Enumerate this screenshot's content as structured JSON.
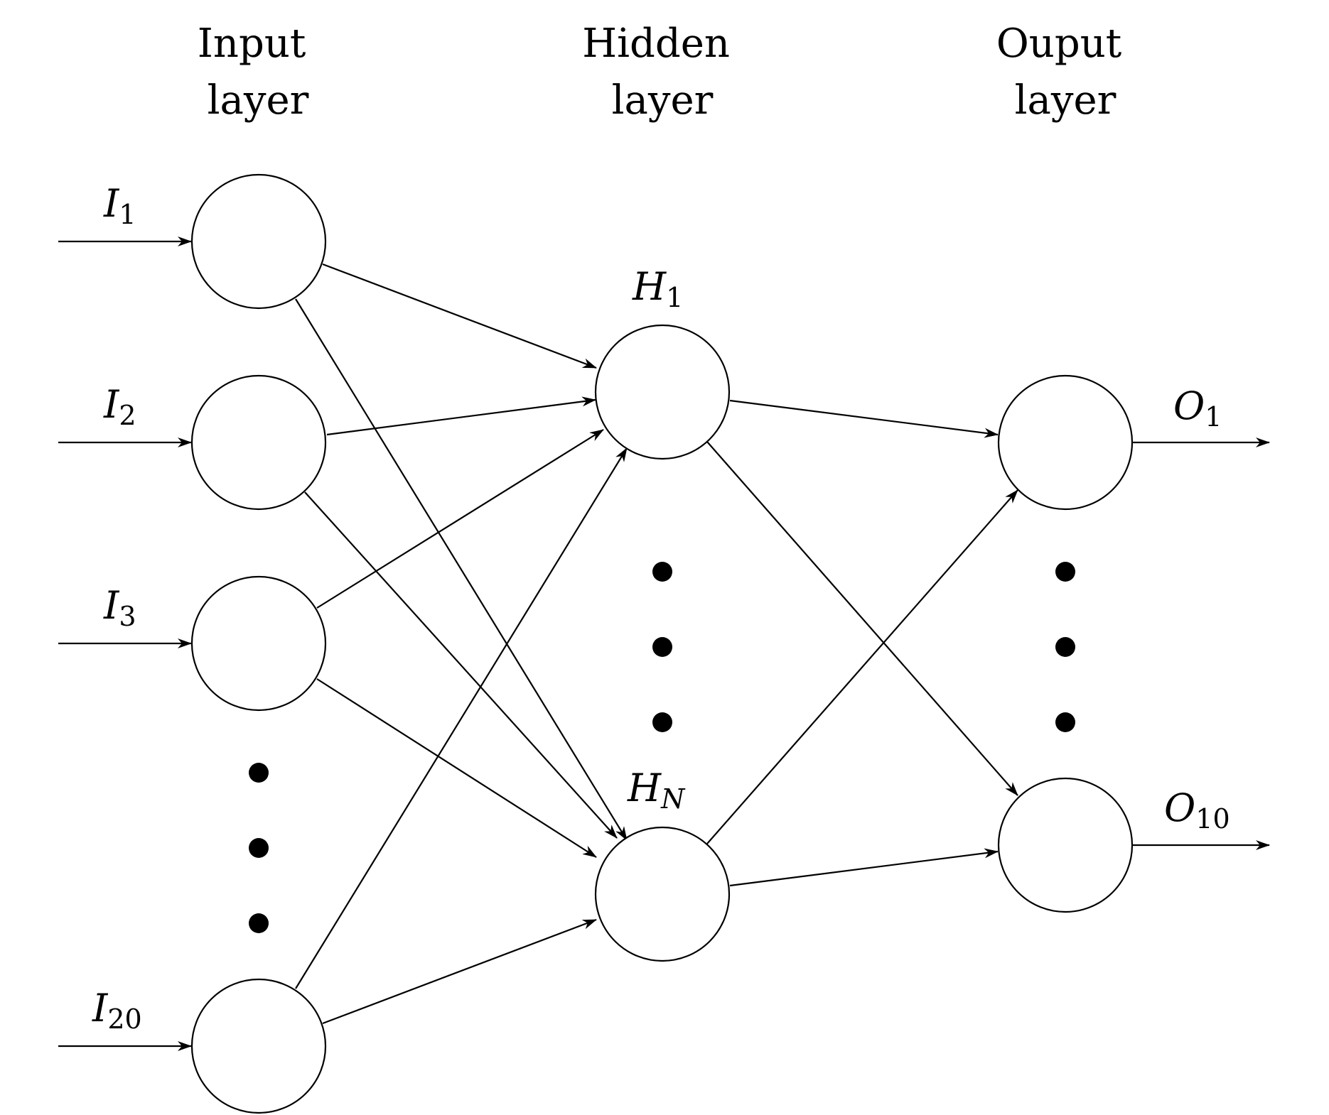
{
  "layers": {
    "input": {
      "line1": "Input",
      "line2": "layer"
    },
    "hidden": {
      "line1": "Hidden",
      "line2": "layer"
    },
    "output": {
      "line1": "Ouput",
      "line2": "layer"
    }
  },
  "labels": {
    "i1": {
      "base": "I",
      "sub": "1"
    },
    "i2": {
      "base": "I",
      "sub": "2"
    },
    "i3": {
      "base": "I",
      "sub": "3"
    },
    "i20": {
      "base": "I",
      "sub": "20"
    },
    "h1": {
      "base": "H",
      "sub": "1"
    },
    "hn": {
      "base": "H",
      "sub": "N"
    },
    "o1": {
      "base": "O",
      "sub": "1"
    },
    "o10": {
      "base": "O",
      "sub": "10"
    }
  }
}
